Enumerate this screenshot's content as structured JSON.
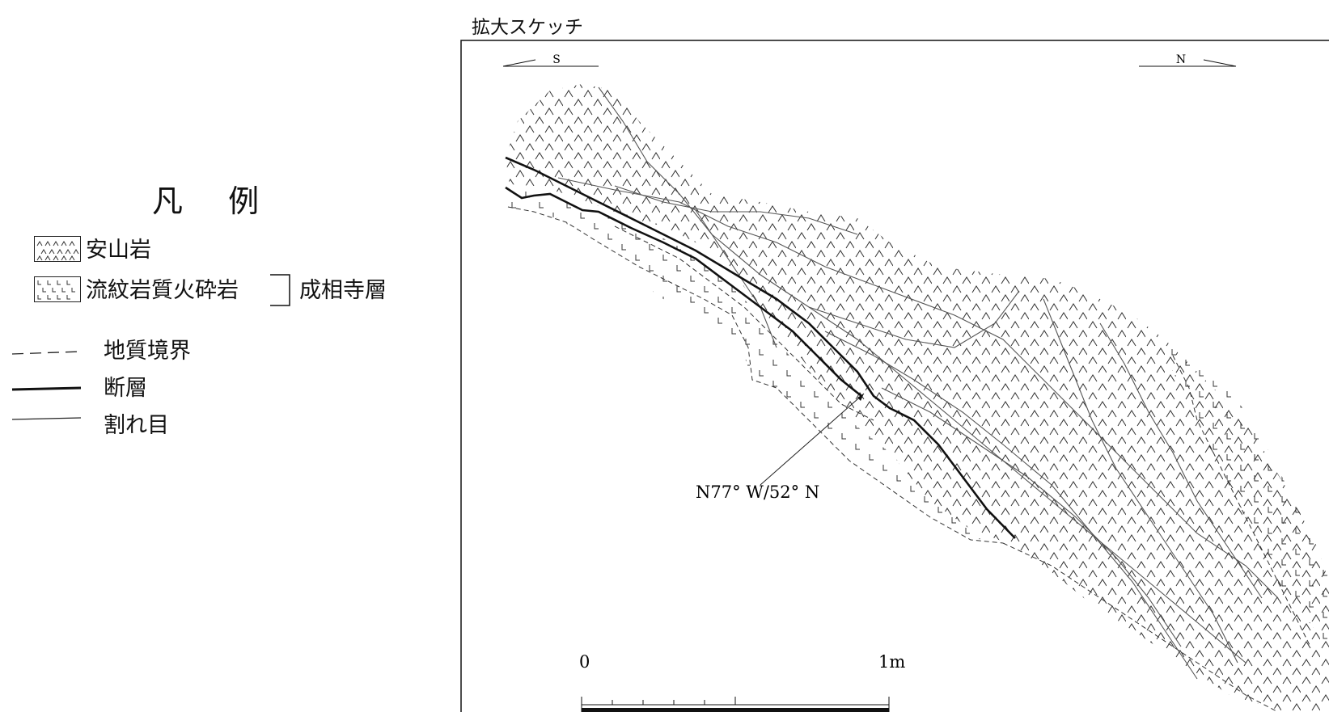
{
  "legend": {
    "title": "凡 例",
    "units": [
      {
        "name": "安山岩",
        "pattern_icon": "andesite-pattern-icon"
      },
      {
        "name": "流紋岩質火砕岩",
        "pattern_icon": "rhyolitic-pyroclastic-pattern-icon"
      }
    ],
    "formation": "成相寺層",
    "lines": [
      {
        "label": "地質境界",
        "style": "dashed"
      },
      {
        "label": "断層",
        "style": "thick"
      },
      {
        "label": "割れ目",
        "style": "thin"
      }
    ]
  },
  "sketch": {
    "title": "拡大スケッチ",
    "direction_left": "S",
    "direction_right": "N",
    "fault_annotation": "N77° W/52° N",
    "scale_start": "0",
    "scale_end": "1m"
  }
}
